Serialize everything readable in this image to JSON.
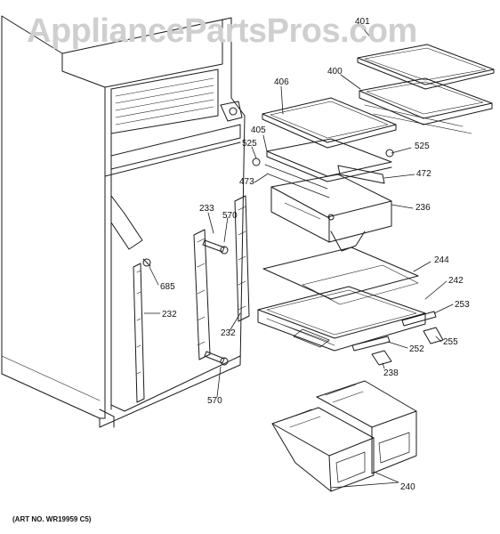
{
  "watermark": "AppliancePartsPros.com",
  "art_number": "(ART NO. WR19959 C5)",
  "callouts": {
    "p401": "401",
    "p400": "400",
    "p406": "406",
    "p405": "405",
    "p525a": "525",
    "p525b": "525",
    "p472": "472",
    "p473": "473",
    "p236": "236",
    "p233": "233",
    "p570a": "570",
    "p570b": "570",
    "p685": "685",
    "p232a": "232",
    "p232b": "232",
    "p244": "244",
    "p242": "242",
    "p253": "253",
    "p255": "255",
    "p252": "252",
    "p238": "238",
    "p240": "240"
  },
  "colors": {
    "line": "#1a1a1a",
    "watermark": "#cfcfcf"
  }
}
